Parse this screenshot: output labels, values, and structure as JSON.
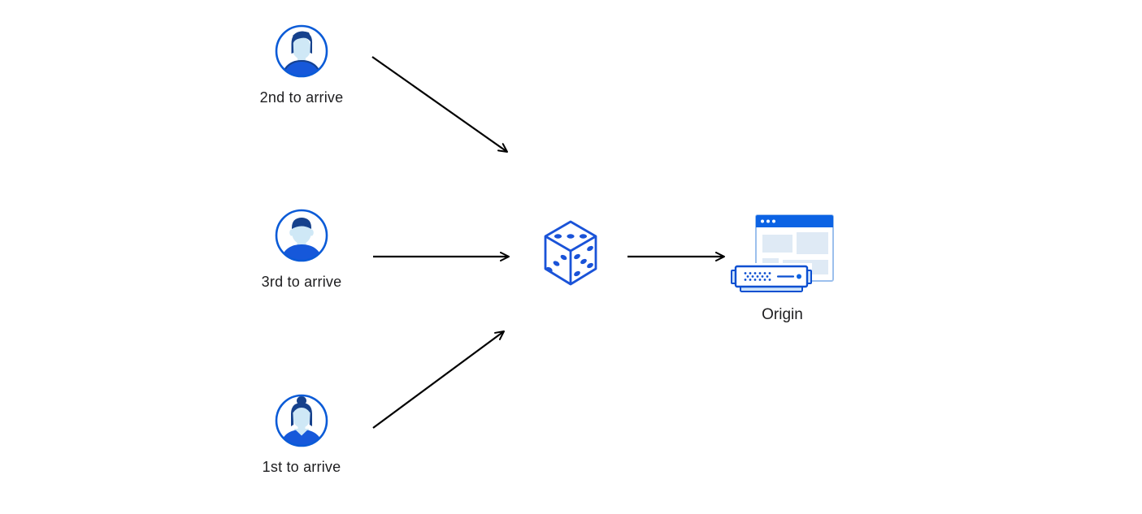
{
  "diagram": {
    "clients": [
      {
        "label": "2nd to arrive",
        "avatar_icon": "man-quiff-avatar"
      },
      {
        "label": "3rd to arrive",
        "avatar_icon": "man-crop-avatar"
      },
      {
        "label": "1st to arrive",
        "avatar_icon": "woman-bun-avatar"
      }
    ],
    "balancer": {
      "icon": "dice-icon"
    },
    "origin": {
      "label": "Origin",
      "icon": "origin-server-browser-icon"
    },
    "arrows": [
      {
        "from": "client-2nd-to-arrive",
        "to": "dice"
      },
      {
        "from": "client-3rd-to-arrive",
        "to": "dice"
      },
      {
        "from": "client-1st-to-arrive",
        "to": "dice"
      },
      {
        "from": "dice",
        "to": "origin"
      }
    ],
    "colors": {
      "accent_blue": "#1a53d8",
      "avatar_ring_blue": "#0b5bd7",
      "dark_navy": "#16418c",
      "shirt_blue": "#1658da",
      "face_light_blue": "#cfe8f6",
      "browser_bar_blue": "#0c63e4",
      "browser_border_light": "#9cc0ed",
      "panel_light_blue": "#dfeaf5",
      "server_outline_blue": "#0b4fd1",
      "server_cap_light": "#cfe4fa",
      "arrow_black": "#000000",
      "background": "#ffffff"
    }
  }
}
